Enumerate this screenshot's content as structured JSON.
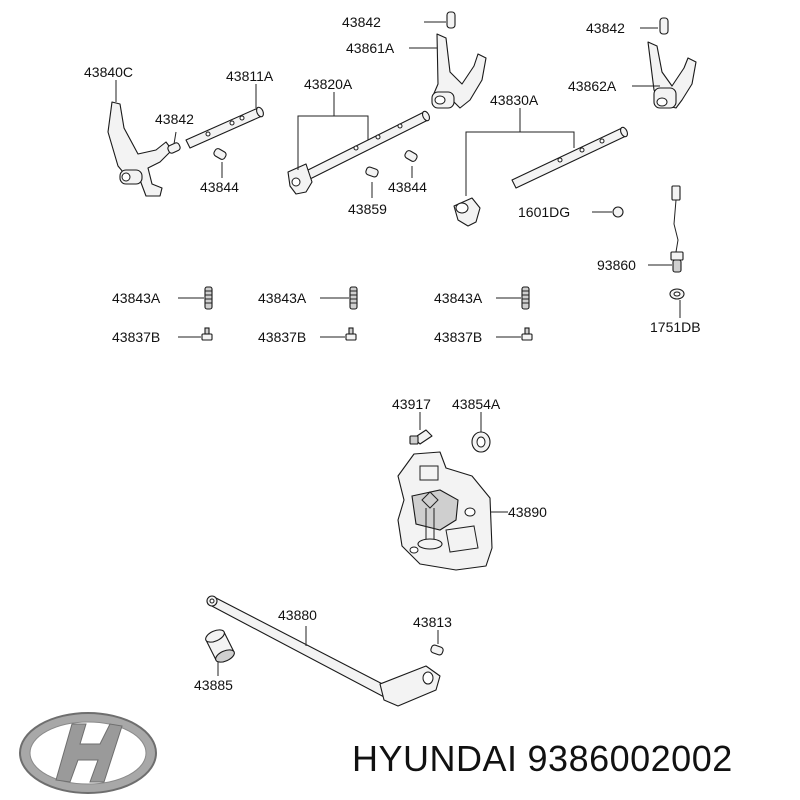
{
  "labels": {
    "l43842a": "43842",
    "l43842b": "43842",
    "l43842c": "43842",
    "l43861A": "43861A",
    "l43862A": "43862A",
    "l43840C": "43840C",
    "l43811A": "43811A",
    "l43820A": "43820A",
    "l43830A": "43830A",
    "l43844a": "43844",
    "l43844b": "43844",
    "l43859": "43859",
    "l1601DG": "1601DG",
    "l93860": "93860",
    "l1751DB": "1751DB",
    "l43843Aa": "43843A",
    "l43843Ab": "43843A",
    "l43843Ac": "43843A",
    "l43837Ba": "43837B",
    "l43837Bb": "43837B",
    "l43837Bc": "43837B",
    "l43917": "43917",
    "l43854A": "43854A",
    "l43890": "43890",
    "l43880": "43880",
    "l43813": "43813",
    "l43885": "43885"
  },
  "brand": {
    "name": "HYUNDAI",
    "part_number": "9386002002",
    "logo_icon": "hyundai-logo-icon"
  },
  "colors": {
    "line": "#1a1a1a",
    "part_fill": "#f3f3f3",
    "logo_silver": "#9a9a9a"
  }
}
